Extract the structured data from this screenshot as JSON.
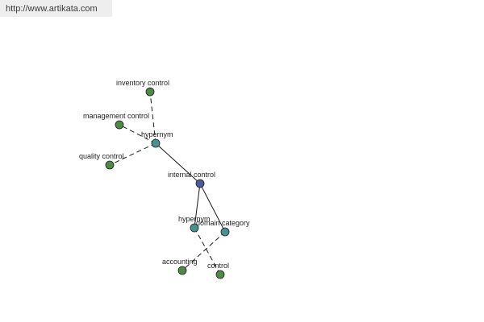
{
  "header": {
    "url": "http://www.artikata.com"
  },
  "colors": {
    "center": "#4a5a9a",
    "relation": "#4a9090",
    "term": "#4e8a46",
    "edge": "#1a1a1a"
  },
  "graph": {
    "nodes": [
      {
        "id": "internal-control",
        "label": "internal control",
        "kind": "center"
      },
      {
        "id": "hypernym-top",
        "label": "hypernym",
        "kind": "relation"
      },
      {
        "id": "hypernym-bottom",
        "label": "hypernym",
        "kind": "relation"
      },
      {
        "id": "domain-category",
        "label": "domain category",
        "kind": "relation"
      },
      {
        "id": "inventory-control",
        "label": "inventory control",
        "kind": "term"
      },
      {
        "id": "management-control",
        "label": "management control",
        "kind": "term"
      },
      {
        "id": "quality-control",
        "label": "quality control",
        "kind": "term"
      },
      {
        "id": "accounting",
        "label": "accounting",
        "kind": "term"
      },
      {
        "id": "control",
        "label": "control",
        "kind": "term"
      }
    ],
    "edges": [
      {
        "from": "internal-control",
        "to": "hypernym-top",
        "style": "solid"
      },
      {
        "from": "internal-control",
        "to": "hypernym-bottom",
        "style": "solid"
      },
      {
        "from": "internal-control",
        "to": "domain-category",
        "style": "solid"
      },
      {
        "from": "hypernym-top",
        "to": "inventory-control",
        "style": "dashed"
      },
      {
        "from": "hypernym-top",
        "to": "management-control",
        "style": "dashed"
      },
      {
        "from": "hypernym-top",
        "to": "quality-control",
        "style": "dashed"
      },
      {
        "from": "hypernym-bottom",
        "to": "control",
        "style": "dashed"
      },
      {
        "from": "domain-category",
        "to": "accounting",
        "style": "dashed"
      }
    ]
  }
}
